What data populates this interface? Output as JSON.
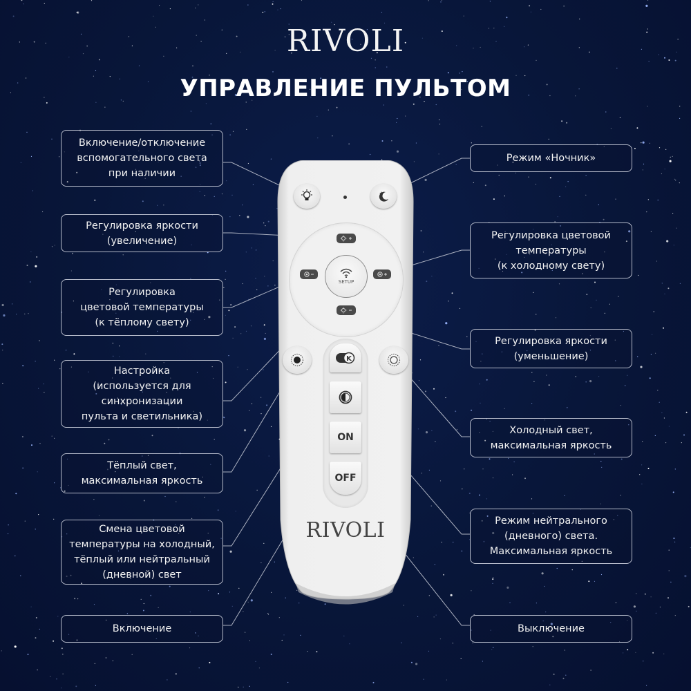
{
  "header": {
    "brand": "RIVOLI",
    "title": "УПРАВЛЕНИЕ ПУЛЬТОМ"
  },
  "labels_left": [
    {
      "id": "aux-light",
      "text": "Включение/отключение\nвспомогательного света\nпри наличии"
    },
    {
      "id": "brightness-up",
      "text": "Регулировка яркости\n(увеличение)"
    },
    {
      "id": "temp-warm",
      "text": "Регулировка\nцветовой температуры\n(к тёплому свету)"
    },
    {
      "id": "setup",
      "text": "Настройка\n(используется для\nсинхронизации\nпульта и светильника)"
    },
    {
      "id": "warm-max",
      "text": "Тёплый свет,\nмаксимальная яркость"
    },
    {
      "id": "temp-cycle",
      "text": "Смена цветовой\nтемпературы на холодный,\nтёплый или нейтральный\n(дневной) свет"
    },
    {
      "id": "power-on",
      "text": "Включение"
    }
  ],
  "labels_right": [
    {
      "id": "night-mode",
      "text": "Режим «Ночник»"
    },
    {
      "id": "temp-cold",
      "text": "Регулировка цветовой\nтемпературы\n(к холодному свету)"
    },
    {
      "id": "brightness-down",
      "text": "Регулировка яркости\n(уменьшение)"
    },
    {
      "id": "cold-max",
      "text": "Холодный свет,\nмаксимальная яркость"
    },
    {
      "id": "neutral-max",
      "text": "Режим нейтрального\n(дневного) света.\nМаксимальная яркость"
    },
    {
      "id": "power-off",
      "text": "Выключение"
    }
  ],
  "remote": {
    "center_button": "SETUP",
    "on_button": "ON",
    "off_button": "OFF",
    "k_button": "K",
    "brand": "RIVOLI"
  },
  "colors": {
    "background": "#081639",
    "label_border": "#b7bccb",
    "remote_body": "#ececec"
  }
}
